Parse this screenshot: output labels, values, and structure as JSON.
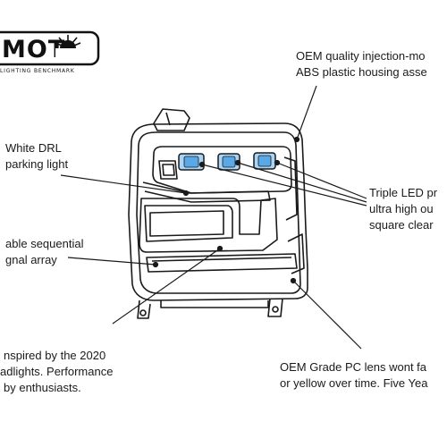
{
  "logo": {
    "wordmark_left": "MOT",
    "wordmark_right": "",
    "tagline": "LIGHTING BENCHMARK"
  },
  "callouts": [
    {
      "id": "housing",
      "lines": [
        "OEM quality injection-mo",
        "ABS plastic housing asse"
      ]
    },
    {
      "id": "drl",
      "lines": [
        "White DRL",
        "parking light"
      ]
    },
    {
      "id": "led-projectors",
      "lines": [
        "Triple LED pr",
        "ultra high ou",
        "square clear"
      ]
    },
    {
      "id": "sequential",
      "lines": [
        "able sequential",
        "gnal array"
      ]
    },
    {
      "id": "inspired",
      "lines": [
        "nspired by the 2020",
        "adlights. Performance",
        "by enthusiasts."
      ]
    },
    {
      "id": "lens",
      "lines": [
        "OEM Grade PC lens wont fa",
        "or yellow over time. Five Yea"
      ]
    }
  ],
  "colors": {
    "ink": "#1a1a1a",
    "led_blue": "#5aa8e6",
    "led_blue_light": "#a9d4f5"
  }
}
